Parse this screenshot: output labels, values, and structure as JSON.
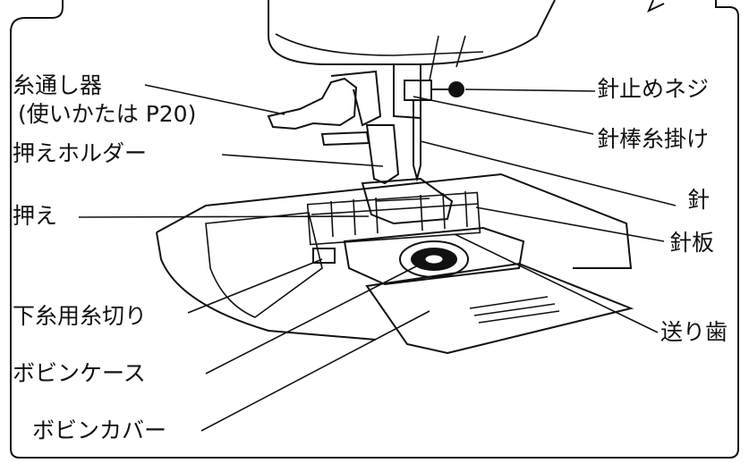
{
  "labels": {
    "threader": "糸通し器",
    "threader_ref": "(使いかたは P20)",
    "needle_screw": "針止めネジ",
    "needle_bar_guide": "針棒糸掛け",
    "foot_holder": "押えホルダー",
    "needle": "針",
    "presser_foot": "押え",
    "needle_plate": "針板",
    "bobbin_cutter": "下糸用糸切り",
    "feed_dogs": "送り歯",
    "bobbin_case": "ボビンケース",
    "bobbin_cover": "ボビンカバー"
  },
  "colors": {
    "line": "#111111",
    "background": "#ffffff"
  }
}
